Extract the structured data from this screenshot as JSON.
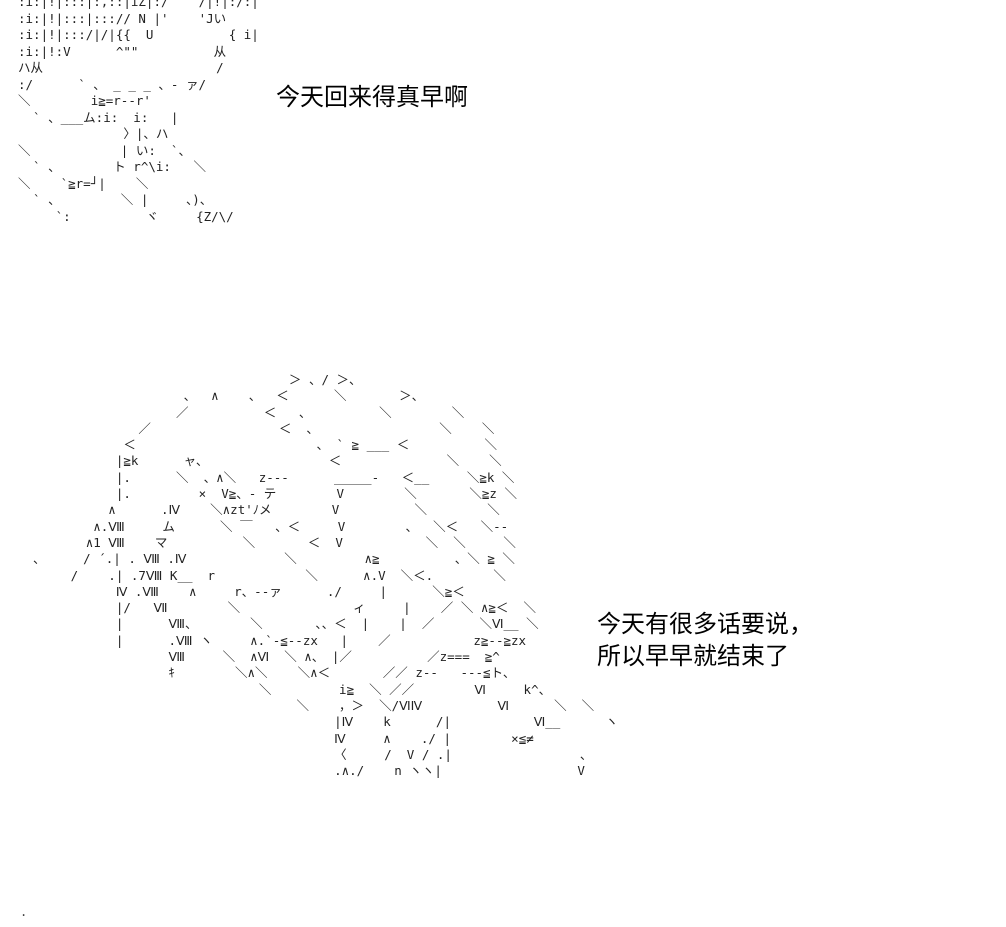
{
  "panel_top": {
    "art_lines": [
      ":i:|!|:::|:,::|iZ|:/    /|!|:/:|",
      ":i:|!|:::|:::// N |'    'Jい",
      ":i:|!|:::/|/|{{  U          { i|",
      ":i:|!:V      ^\"\"          从",
      "ハ从                       /",
      ":/      ` 、 _ _ _ 、- ァ/",
      "＼        i≧=r--r'",
      "  ` 、___ム:i:  i:   |",
      "              〉|、ハ",
      "＼            | い:  `、",
      "  ` 、       ト r^\\i:   ＼",
      "＼    `≧r=┘|    ＼",
      "  ` 、        ＼ |     、)、",
      "     `:          ヾ     {Z/\\/"
    ],
    "speech": "今天回来得真早啊"
  },
  "panel_bottom": {
    "art_lines": [
      "                                    ＞ 、/ ＞、",
      "                      、  ∧    、  ＜      ＼       ＞、",
      "                     ／          ＜   、         ＼        ＼",
      "                ／                 ＜  、                ＼    ＼",
      "              ＜                        、 ` ≧ ___ ＜          ＼",
      "             |≧k      ャ、                ＜              ＼    ＼",
      "             |.      ＼  、∧＼   z---      _____-   ＜__     ＼≧k ＼",
      "             |.         ×  V≧、- テ        V        ＼       ＼≧z ＼",
      "            ∧      .Ⅳ    ＼∧zt'ﾉメ        V          ＼        ＼",
      "          ∧.Ⅷ     ム      ＼ ￣   、＜     V        、  ＼＜   ＼--",
      "         ∧1 Ⅷ    マ          ＼       ＜  V           ＼  ＼     ＼",
      "  、     / ´.| . Ⅷ .Ⅳ             ＼         ∧≧          、＼ ≧ ＼",
      "       /    .| .7Ⅷ K__  r            ＼      ∧.V  ＼＜.        ＼",
      "             Ⅳ .Ⅷ    ∧     r、--ァ      ./     |      ＼≧＜",
      "             |/   Ⅶ        ＼               ィ     |    ／ ＼ ∧≧＜  ＼",
      "             |      Ⅷ、       ＼       、、＜  |    |  ／      ＼Ⅵ__ ＼",
      "             |      .Ⅷ ヽ     ∧.`-≦--zx   |    ／           z≧--≧zx",
      "                    Ⅷ     ＼  ∧Ⅵ  ＼ ∧、 |／          ／z===  ≧^",
      "                    ｷ        ＼∧＼    ＼∧＜       ／／ z--   ---≦ト、",
      "                                ＼         i≧  ＼ ／／        Ⅵ     k^、",
      "                                     ＼    ，＞  ＼/ⅥⅣ          Ⅵ      ＼  ＼",
      "                                          |Ⅳ    k      /|           Ⅵ__      ヽ}",
      "                                          Ⅳ     ∧    ./ |        ×≦≠             ＼",
      "                                          〈     /  V / .|                 、          7",
      "                                          .∧./    n ヽヽ|                  V        {"
    ],
    "speech_lines": [
      "今天有很多话要说，",
      "所以早早就结束了"
    ]
  },
  "footer_mark": "."
}
